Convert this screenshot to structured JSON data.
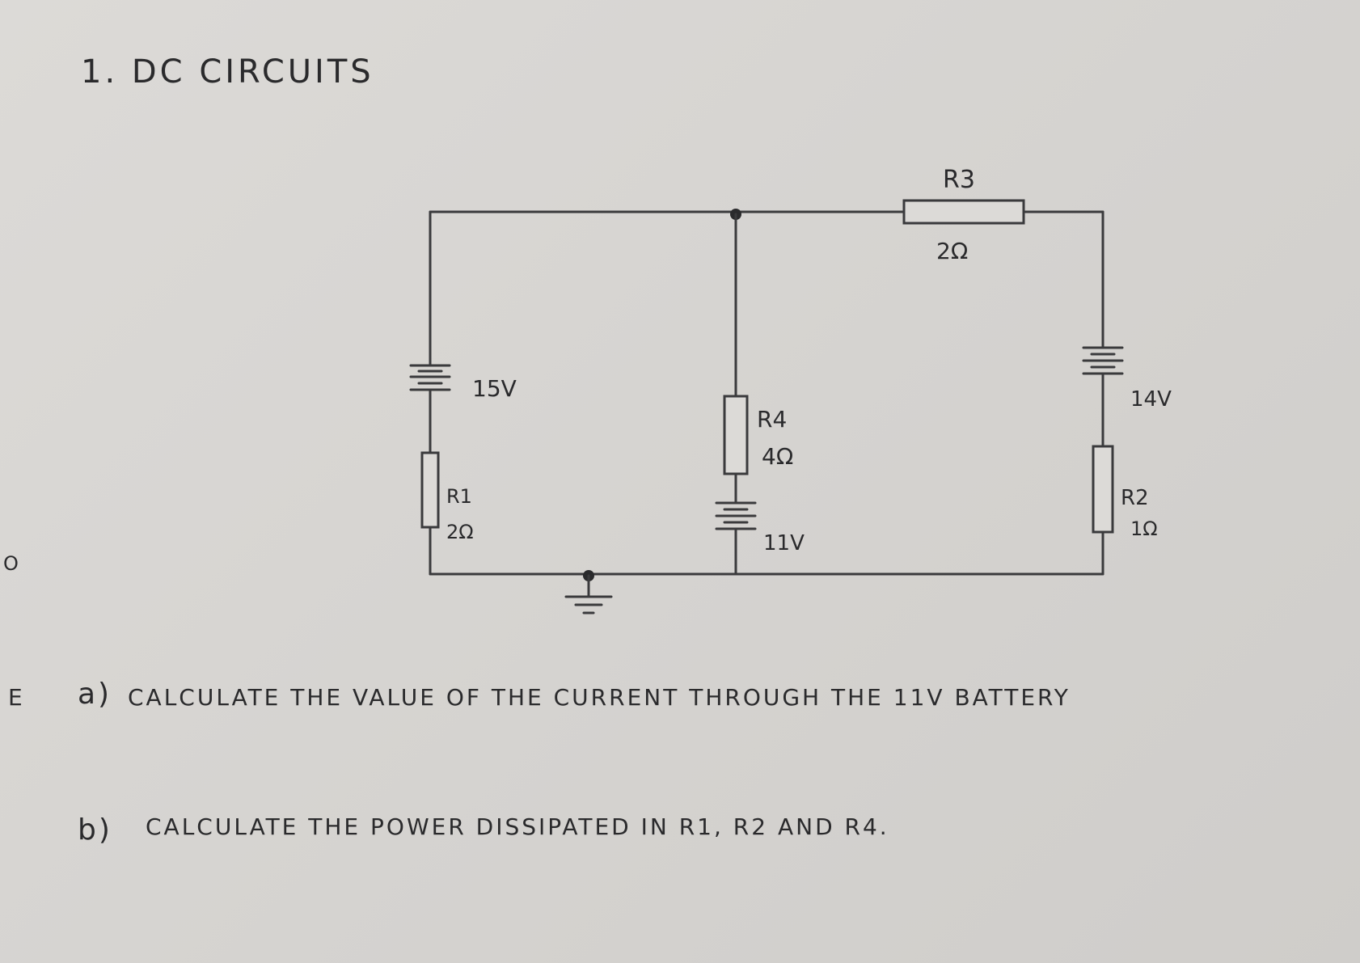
{
  "page": {
    "title": "1. DC CIRCUITS",
    "margin_marks": [
      "E",
      "O"
    ]
  },
  "circuit": {
    "resistors": [
      {
        "name": "R1",
        "value": "2Ω"
      },
      {
        "name": "R2",
        "value": "1Ω"
      },
      {
        "name": "R3",
        "value": "2Ω"
      },
      {
        "name": "R4",
        "value": "4Ω"
      }
    ],
    "batteries": [
      {
        "value": "15V"
      },
      {
        "value": "11V"
      },
      {
        "value": "14V"
      }
    ],
    "ground_symbol": "ground-icon"
  },
  "questions": [
    {
      "letter": "a)",
      "text": "CALCULATE THE VALUE OF THE CURRENT THROUGH THE 11V BATTERY"
    },
    {
      "letter": "b)",
      "text": "CALCULATE THE POWER DISSIPATED IN R1, R2 AND R4."
    }
  ]
}
